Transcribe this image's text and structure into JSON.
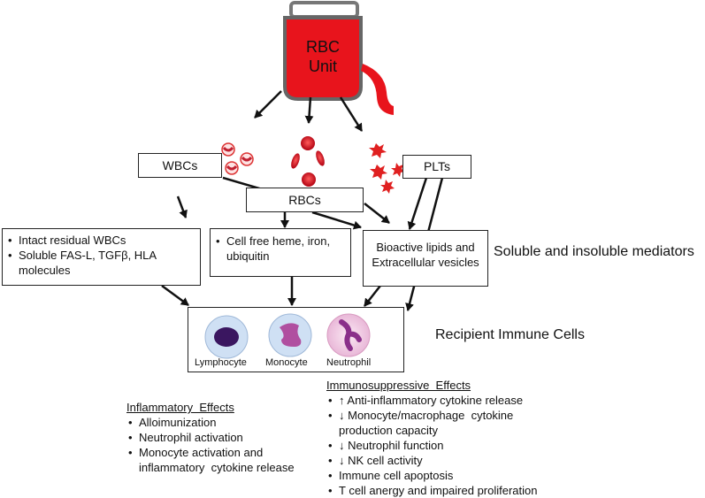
{
  "bag": {
    "label_line1": "RBC",
    "label_line2": "Unit"
  },
  "components": {
    "wbcs": "WBCs",
    "rbcs": "RBCs",
    "plts": "PLTs"
  },
  "mediator_boxes": {
    "wbc_box": [
      "Intact residual WBCs",
      "Soluble FAS-L, TGFβ, HLA molecules"
    ],
    "rbc_box": [
      "Cell free heme, iron, ubiquitin"
    ],
    "lipid_box": {
      "line1": "Bioactive lipids and",
      "line2": "Extracellular vesicles"
    }
  },
  "side_labels": {
    "mediators": "Soluble and insoluble mediators",
    "recipient": "Recipient Immune Cells"
  },
  "immune_cells": [
    "Lymphocyte",
    "Monocyte",
    "Neutrophil"
  ],
  "inflammatory": {
    "heading": "Inflammatory  Effects",
    "items": [
      "Alloimunization",
      "Neutrophil activation",
      "Monocyte activation and inflammatory  cytokine release"
    ]
  },
  "immunosuppressive": {
    "heading": "Immunosuppressive  Effects",
    "items": [
      "↑ Anti-inflammatory cytokine release",
      "↓ Monocyte/macrophage  cytokine production capacity",
      "↓ Neutrophil function",
      "↓ NK cell activity",
      "Immune cell apoptosis",
      "T cell anergy and impaired proliferation"
    ]
  },
  "colors": {
    "blood": "#e8141c",
    "bag_outline": "#666666",
    "lymph_nucleus": "#3a1660",
    "mono_nucleus": "#b04fa0",
    "cell_bg": "#cfe0f4"
  }
}
